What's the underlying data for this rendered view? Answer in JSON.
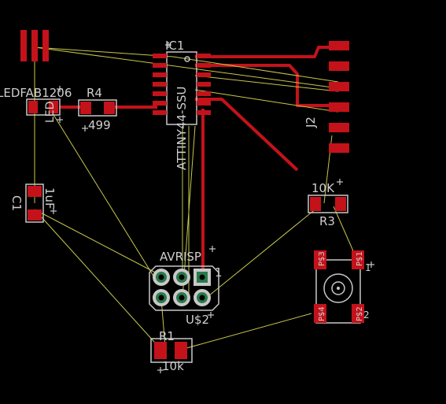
{
  "colors": {
    "background": "#000000",
    "copper": "#c4121a",
    "airwire": "#c8c84a",
    "silk": "#c8c8c8",
    "pad_green": "#2b7a4b"
  },
  "labels": {
    "ic1_name": "IC1",
    "ic1_value": "ATTINY44-SSU",
    "r4_name": "R4",
    "r4_value": "499",
    "led_value": "LEDFAB1206",
    "led_name": "LED",
    "c1_name": "C1",
    "c1_value": "1uF",
    "r3_value": "10K",
    "r3_name": "R3",
    "j2_name": "J2",
    "avrisp": "AVRISP",
    "pin1": "1",
    "us2": "U$2",
    "r1_name": "R1",
    "r1_value": "10k",
    "sw_pin2": "2",
    "sw_pin1": "1",
    "sw_p1": "P$1",
    "sw_p2": "P$2",
    "sw_p3": "P$3",
    "sw_p4": "P$4"
  }
}
